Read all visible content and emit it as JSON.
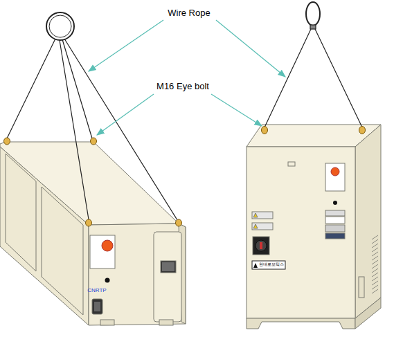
{
  "diagram": {
    "labels": [
      "Wire Rope",
      "M16 Eye bolt",
      "CNRTP",
      "현대로보틱스"
    ]
  }
}
